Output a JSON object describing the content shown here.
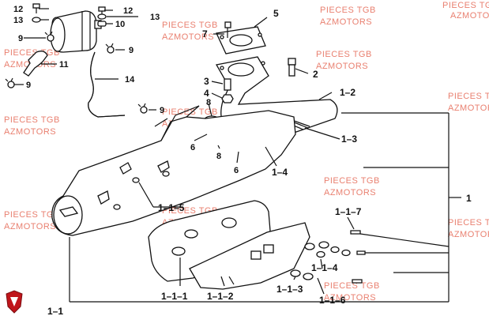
{
  "watermark": {
    "line1": "PIECES TGB",
    "line2": "AZMOTORS",
    "color": "#e98070"
  },
  "brand_logo_color": "#c0151b",
  "callouts": {
    "c12a": "12",
    "c13a": "13",
    "c12b": "12",
    "c13b": "13",
    "c10": "10",
    "c9a": "9",
    "c9b": "9",
    "c9c": "9",
    "c9d": "9",
    "c11": "11",
    "c14": "14",
    "c5": "5",
    "c7": "7",
    "c2": "2",
    "c3": "3",
    "c4": "4",
    "c8a": "8",
    "c8b": "8",
    "c6a": "6",
    "c6b": "6",
    "c1_2": "1–2",
    "c1_3": "1–3",
    "c1_4": "1–4",
    "c1": "1",
    "c1_1_5": "1–1–5",
    "c1_1_7": "1–1–7",
    "c1_1_4": "1–1–4",
    "c1_1_3": "1–1–3",
    "c1_1_6": "1–1–6",
    "c1_1_1": "1–1–1",
    "c1_1_2": "1–1–2",
    "c1_1": "1–1"
  }
}
